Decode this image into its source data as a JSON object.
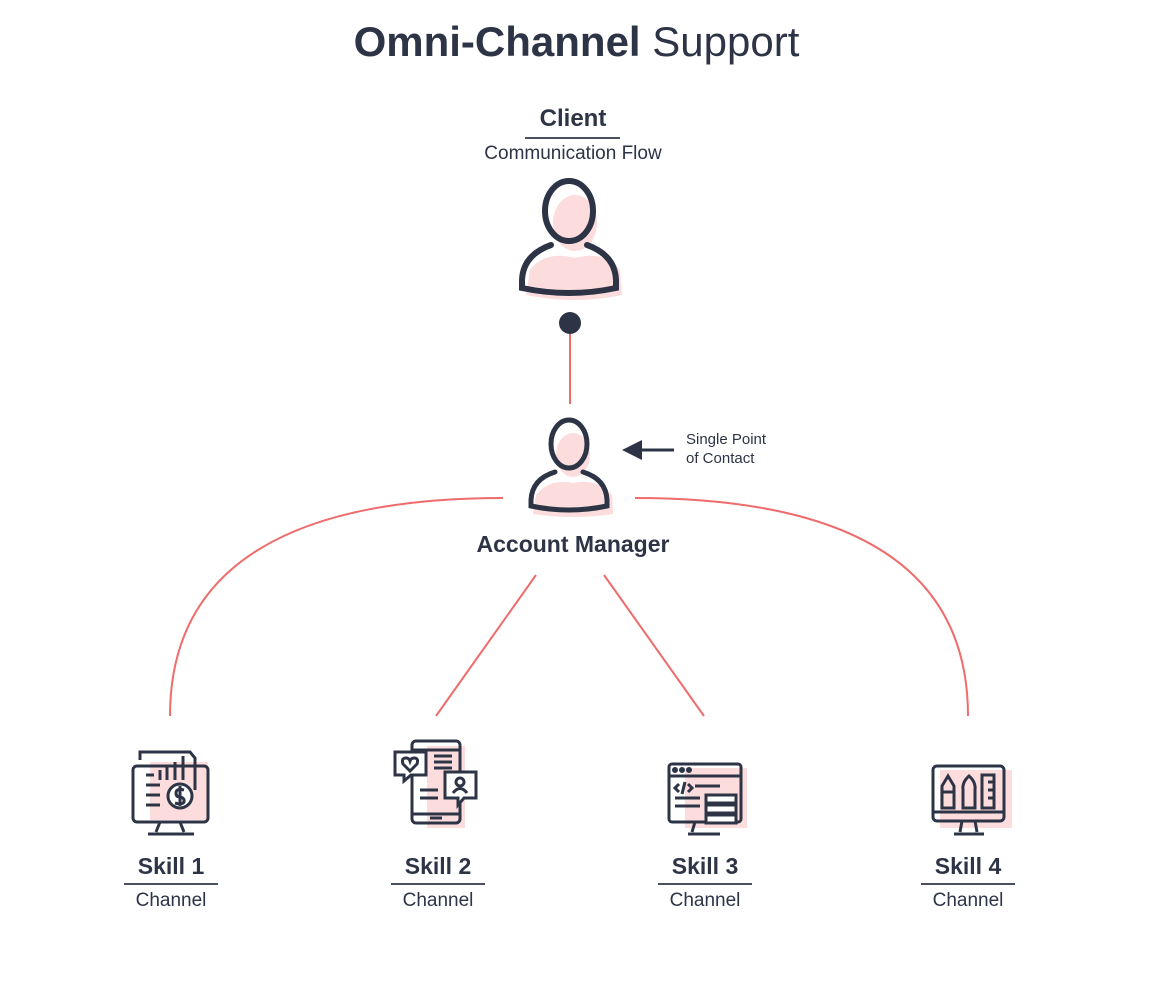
{
  "title": {
    "bold": "Omni-Channel",
    "light": "Support"
  },
  "client": {
    "label": "Client",
    "sublabel": "Communication Flow"
  },
  "manager": {
    "label": "Account Manager"
  },
  "annotation": {
    "line1": "Single Point",
    "line2": "of Contact"
  },
  "skills": [
    {
      "label": "Skill 1",
      "sublabel": "Channel",
      "icon": "finance-monitor-icon"
    },
    {
      "label": "Skill 2",
      "sublabel": "Channel",
      "icon": "mobile-social-icon"
    },
    {
      "label": "Skill 3",
      "sublabel": "Channel",
      "icon": "code-server-icon"
    },
    {
      "label": "Skill 4",
      "sublabel": "Channel",
      "icon": "design-tools-monitor-icon"
    }
  ],
  "colors": {
    "ink": "#2d3446",
    "accent": "#ee6c6c",
    "fill": "#fcdcdc"
  }
}
